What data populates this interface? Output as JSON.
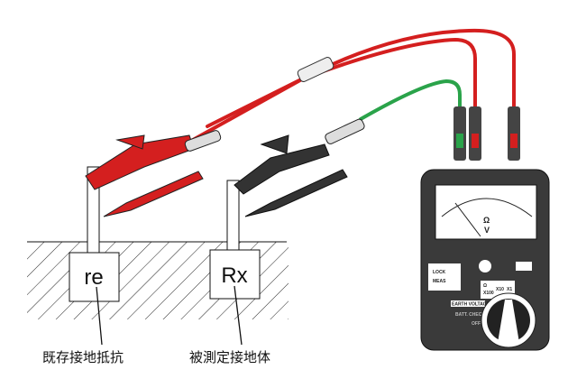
{
  "labels": {
    "existing_electrode_symbol": "re",
    "test_electrode_symbol": "Rx",
    "existing_electrode_caption": "既存接地抵抗",
    "test_electrode_caption": "被測定接地体"
  },
  "meter": {
    "scale_ohm": "Ω",
    "scale_volt": "V",
    "lock_label": "LOCK",
    "meas_label": "MEAS",
    "range_ohm": "Ω",
    "range_x100": "X100",
    "range_x10": "X10",
    "range_x1": "X1",
    "earth_voltage": "EARTH VOLTAGE",
    "batt_check": "BATT. CHECK",
    "off": "OFF"
  },
  "colors": {
    "red_lead": "#d41f1f",
    "green_lead": "#2aa34a",
    "black_lead": "#333333",
    "meter_body": "#3a3a3a"
  }
}
